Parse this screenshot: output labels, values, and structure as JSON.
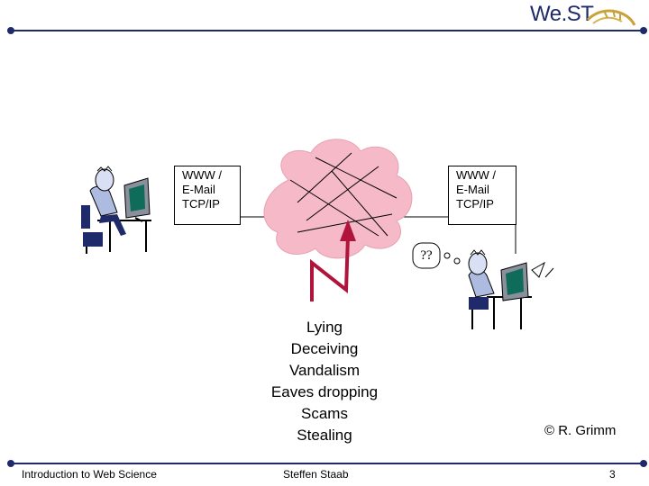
{
  "header": {
    "logo_text": "We.ST"
  },
  "diagram": {
    "left_box": [
      "WWW /",
      "E-Mail",
      "TCP/IP"
    ],
    "right_box": [
      "WWW /",
      "E-Mail",
      "TCP/IP"
    ],
    "thought": "??",
    "threats": [
      "Lying",
      "Deceiving",
      "Vandalism",
      "Eaves dropping",
      "Scams",
      "Stealing"
    ],
    "credit": "© R. Grimm"
  },
  "footer": {
    "course": "Introduction to Web Science",
    "author": "Steffen Staab",
    "page_number": "3"
  }
}
